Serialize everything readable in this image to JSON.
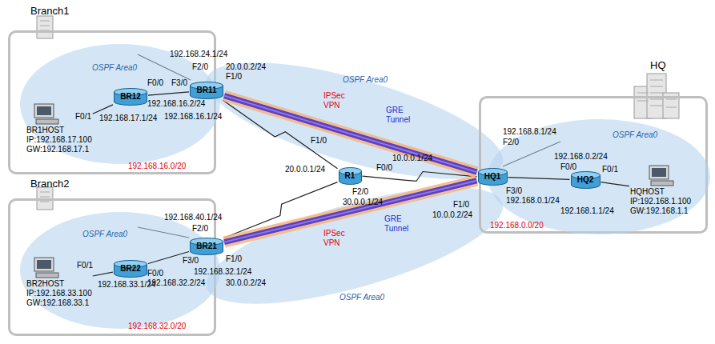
{
  "diagram": {
    "nodes": [
      {
        "text": [
          "Branch1"
        ]
      },
      {
        "text": [
          "OSPF Area0"
        ],
        "in": 0
      },
      {
        "text": [
          "BR11"
        ],
        "in": 1
      },
      {
        "text": [
          "BR12"
        ],
        "in": 1
      },
      {
        "text": [
          "BR1HOST",
          "IP:192.168.17.100",
          "GW:192.168.17.1"
        ],
        "in": 1
      },
      {
        "text": [
          "OSPF Area0"
        ]
      },
      {
        "text": [
          "R1"
        ]
      },
      {
        "text": [
          "OSPF Area0"
        ]
      },
      {
        "text": [
          "Branch2"
        ]
      },
      {
        "text": [
          "OSPF Area0"
        ],
        "in": 8
      },
      {
        "text": [
          "BR21"
        ],
        "in": 9
      },
      {
        "text": [
          "BR22"
        ],
        "in": 9
      },
      {
        "text": [
          "BR2HOST",
          "IP:192.168.33.100",
          "GW:192.168.33.1"
        ],
        "in": 9
      },
      {
        "text": [
          "HQ"
        ]
      },
      {
        "text": [
          "OSPF Area0"
        ],
        "in": 13
      },
      {
        "text": [
          "HQ1"
        ],
        "in": 13
      },
      {
        "text": [
          "HQ2"
        ],
        "in": 14
      },
      {
        "text": [
          "HQHOST",
          "IP:192.168.1.100",
          "GW:192.168.1.1"
        ],
        "in": 14
      }
    ],
    "edges": [
      {
        "from": 3,
        "to": 2,
        "arrow": "none"
      },
      {
        "from": 3,
        "to": 4,
        "arrow": "none"
      },
      {
        "from": 2,
        "to": 6,
        "arrow": "none"
      },
      {
        "from": 6,
        "to": 15,
        "arrow": "none"
      },
      {
        "from": 6,
        "to": 10,
        "arrow": "none"
      },
      {
        "from": 11,
        "to": 10,
        "arrow": "none"
      },
      {
        "from": 11,
        "to": 12,
        "arrow": "none"
      },
      {
        "from": 15,
        "to": 16,
        "arrow": "none"
      },
      {
        "from": 16,
        "to": 17,
        "arrow": "none"
      },
      {
        "from": 2,
        "to": 15,
        "label": "GRE Tunnel",
        "arrow": "none"
      },
      {
        "from": 10,
        "to": 15,
        "label": "GRE Tunnel",
        "arrow": "none"
      }
    ],
    "labels": [
      "192.168.24.1/24",
      "F2/0",
      "20.0.0.2/24",
      "F1/0",
      "F3/0",
      "192.168.16.1/24",
      "F0/0",
      "192.168.16.2/24",
      "F0/1",
      "192.168.17.1/24",
      "192.168.16.0/20",
      "F1/0",
      "20.0.0.1/24",
      "F2/0",
      "30.0.0.1/24",
      "10.0.0.1/24",
      "F0/0",
      "IPSec VPN",
      "F2/0",
      "192.168.8.1/24",
      "F3/0",
      "192.168.0.1/24",
      "F1/0",
      "10.0.0.2/24",
      "192.168.0.2/24",
      "F0/0",
      "192.168.1.1/24",
      "F0/1",
      "192.168.0.0/20",
      "192.168.40.1/24",
      "F2/0",
      "F3/0",
      "192.168.32.1/24",
      "F1/0",
      "30.0.0.2/24",
      "F0/0",
      "192.168.32.2/24",
      "F0/1",
      "192.168.33.1/24",
      "192.168.32.0/20",
      "IPSec VPN"
    ]
  }
}
